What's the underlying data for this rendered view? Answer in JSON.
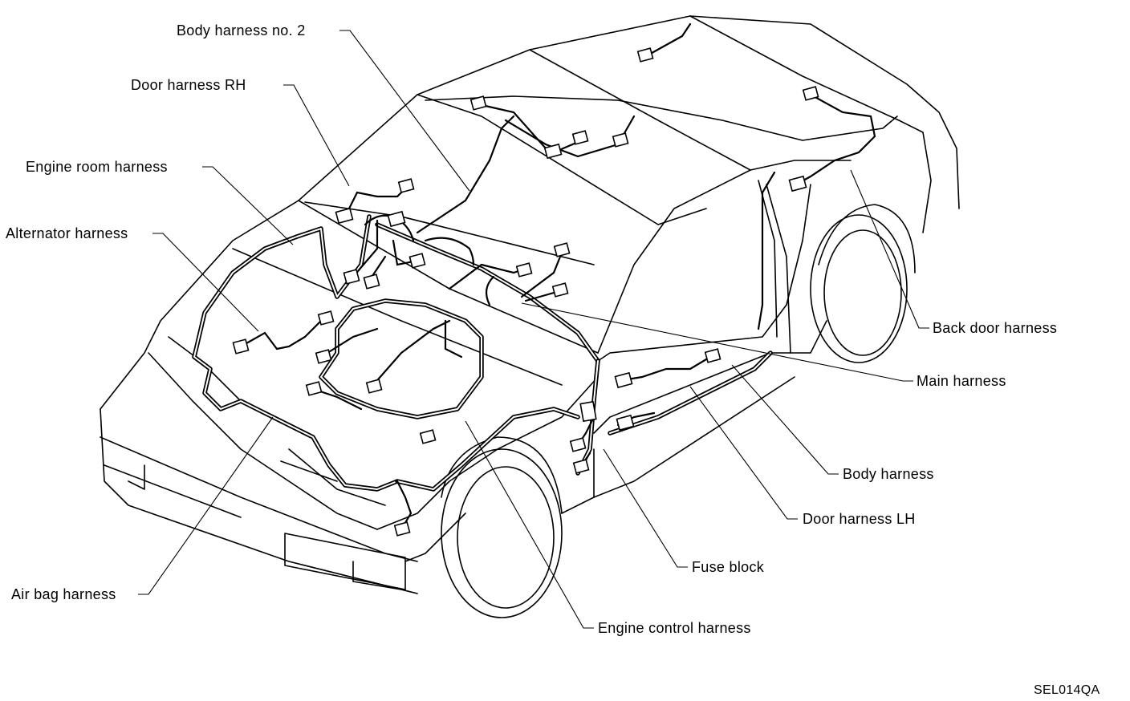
{
  "labels": {
    "body_harness_no2": "Body harness no. 2",
    "door_harness_rh": "Door harness RH",
    "engine_room_harness": "Engine room harness",
    "alternator_harness": "Alternator harness",
    "back_door_harness": "Back door harness",
    "main_harness": "Main harness",
    "body_harness": "Body harness",
    "door_harness_lh": "Door harness LH",
    "fuse_block": "Fuse block",
    "air_bag_harness": "Air bag harness",
    "engine_control_harness": "Engine control harness"
  },
  "figure_code": "SEL014QA"
}
